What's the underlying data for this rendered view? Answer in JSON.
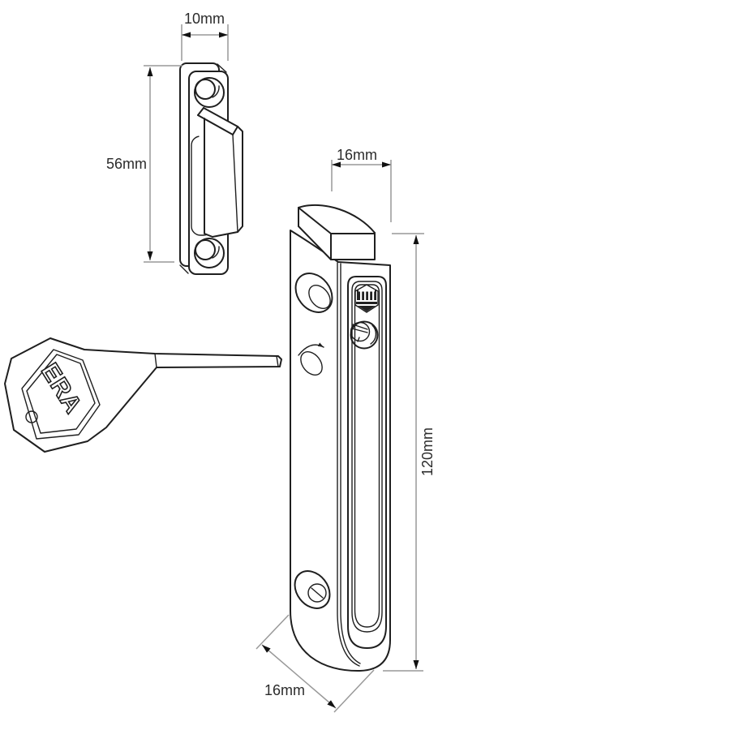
{
  "figure": {
    "subject": "Technical line drawing of a surface-mounted door security bolt with keep plate, hex key and bolt body",
    "background": "#ffffff",
    "line_color": "#1f1f1f",
    "dimension_line_color": "#999999",
    "dimension_text_color": "#2b2b2b",
    "logo_color": "#222222"
  },
  "dimensions": {
    "keep_width": "10mm",
    "keep_height": "56mm",
    "bolt_top_width": "16mm",
    "bolt_length": "120mm",
    "bolt_bottom_width": "16mm"
  },
  "key": {
    "embossed_text": "ERA"
  },
  "icons": {
    "faceplate_logo": "hexagon-house-logo"
  }
}
